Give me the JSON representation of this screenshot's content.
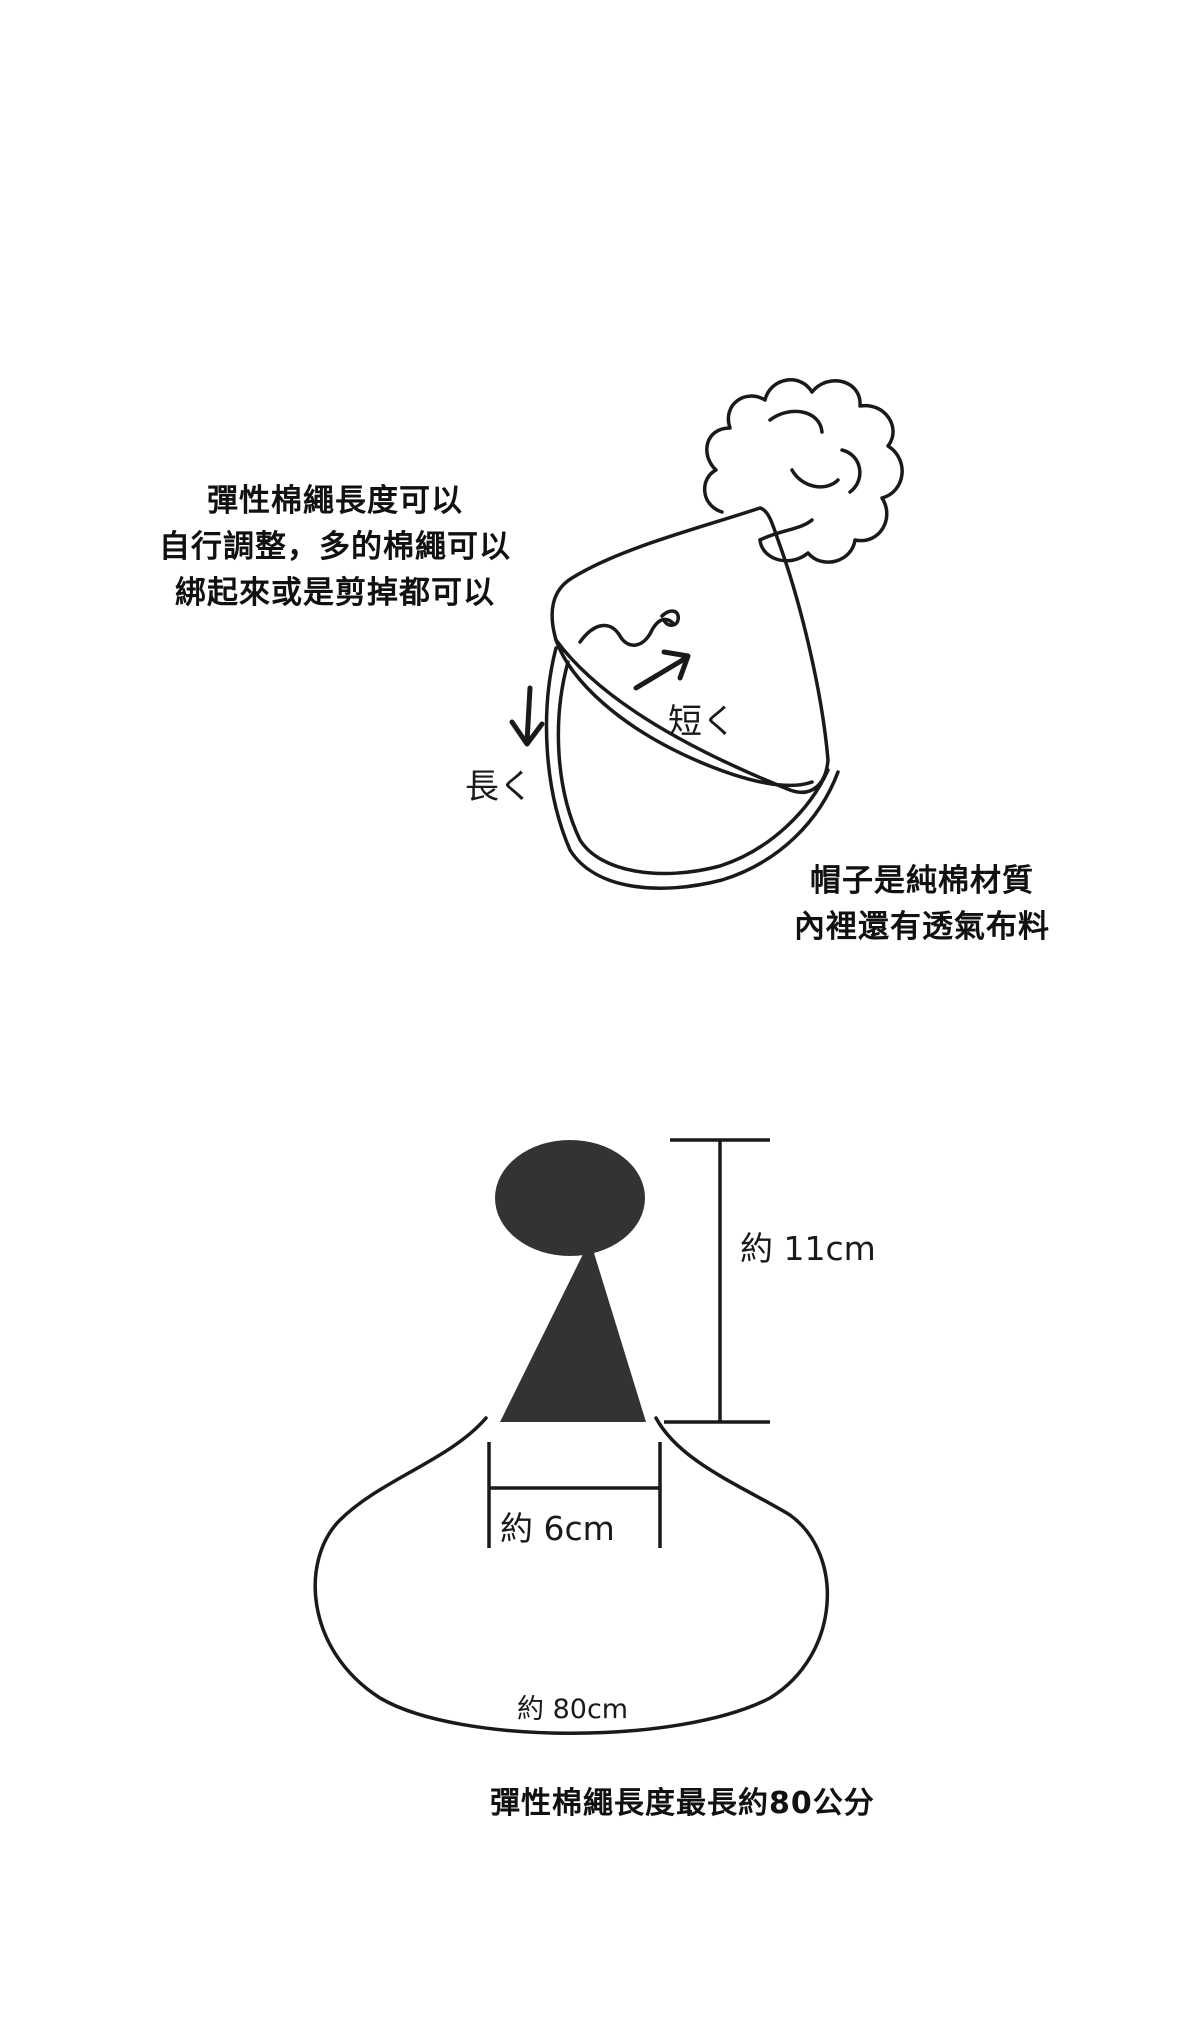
{
  "colors": {
    "ink": "#1a1a1a",
    "fill": "#333333",
    "background": "#ffffff"
  },
  "top_diagram": {
    "note_rope": [
      "彈性棉繩長度可以",
      "自行調整，多的棉繩可以",
      "綁起來或是剪掉都可以"
    ],
    "label_long": "長く",
    "label_short": "短く",
    "note_material": [
      "帽子是純棉材質",
      "內裡還有透氣布料"
    ]
  },
  "bottom_diagram": {
    "label_height": "約 11cm",
    "label_width": "約 6cm",
    "label_rope": "約 80cm",
    "note_length": "彈性棉繩長度最長約80公分"
  }
}
